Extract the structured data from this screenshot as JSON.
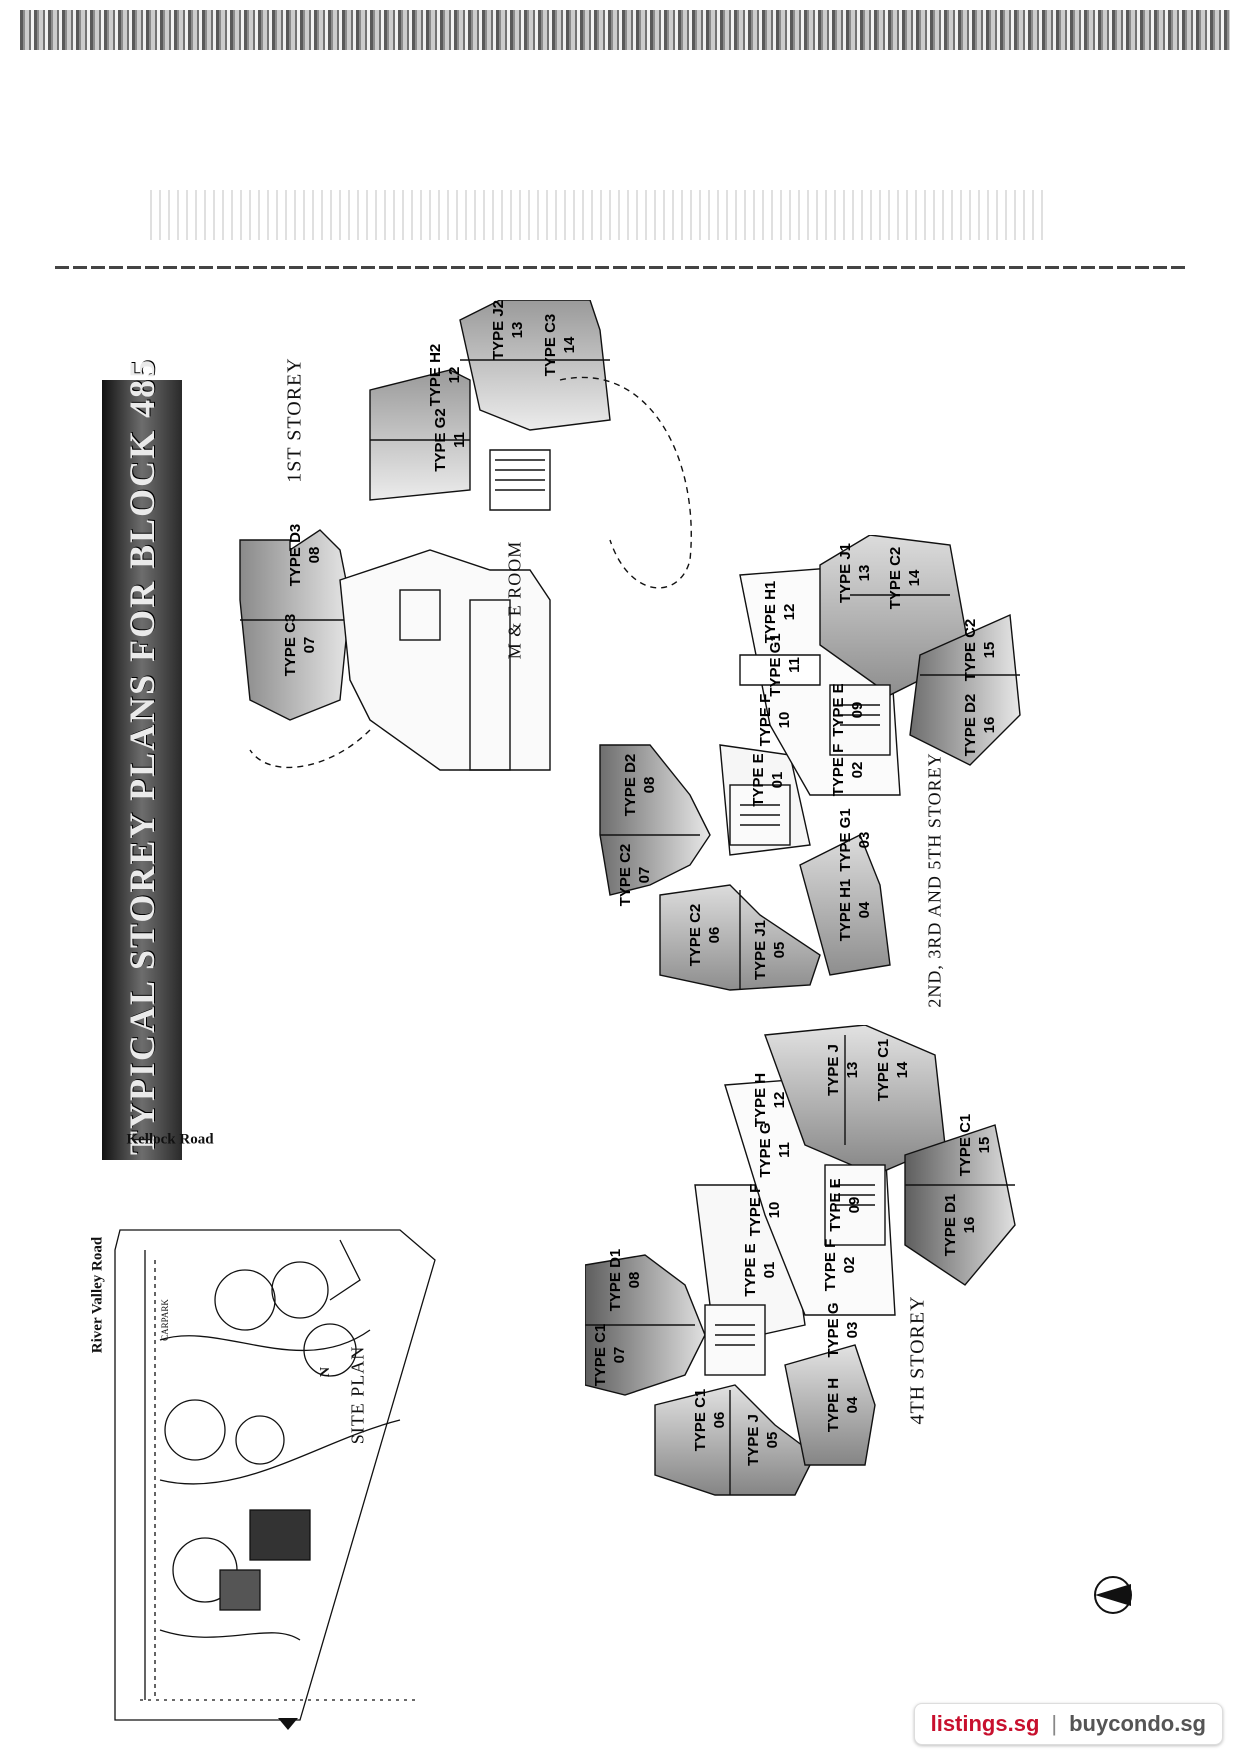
{
  "title": "TYPICAL STOREY PLANS FOR BLOCK 485",
  "plans": {
    "first": {
      "label": "1ST STOREY",
      "room_label": "M & E ROOM",
      "units": [
        {
          "type": "TYPE C3",
          "no": "07"
        },
        {
          "type": "TYPE D3",
          "no": "08"
        },
        {
          "type": "TYPE G2",
          "no": "11"
        },
        {
          "type": "TYPE H2",
          "no": "12"
        },
        {
          "type": "TYPE J2",
          "no": "13"
        },
        {
          "type": "TYPE C3",
          "no": "14"
        }
      ]
    },
    "second": {
      "label": "2ND, 3RD AND 5TH STOREY",
      "units": [
        {
          "type": "TYPE C2",
          "no": "07"
        },
        {
          "type": "TYPE D2",
          "no": "08"
        },
        {
          "type": "TYPE C2",
          "no": "06"
        },
        {
          "type": "TYPE J1",
          "no": "05"
        },
        {
          "type": "TYPE H1",
          "no": "04"
        },
        {
          "type": "TYPE G1",
          "no": "03"
        },
        {
          "type": "TYPE F",
          "no": "02"
        },
        {
          "type": "TYPE E",
          "no": "01"
        },
        {
          "type": "TYPE E",
          "no": "09"
        },
        {
          "type": "TYPE F",
          "no": "10"
        },
        {
          "type": "TYPE G1",
          "no": "11"
        },
        {
          "type": "TYPE H1",
          "no": "12"
        },
        {
          "type": "TYPE J1",
          "no": "13"
        },
        {
          "type": "TYPE C2",
          "no": "14"
        },
        {
          "type": "TYPE C2",
          "no": "15"
        },
        {
          "type": "TYPE D2",
          "no": "16"
        }
      ]
    },
    "fourth": {
      "label": "4TH STOREY",
      "units": [
        {
          "type": "TYPE C1",
          "no": "07"
        },
        {
          "type": "TYPE D1",
          "no": "08"
        },
        {
          "type": "TYPE C1",
          "no": "06"
        },
        {
          "type": "TYPE J",
          "no": "05"
        },
        {
          "type": "TYPE H",
          "no": "04"
        },
        {
          "type": "TYPE G",
          "no": "03"
        },
        {
          "type": "TYPE F",
          "no": "02"
        },
        {
          "type": "TYPE E",
          "no": "01"
        },
        {
          "type": "TYPE E",
          "no": "09"
        },
        {
          "type": "TYPE F",
          "no": "10"
        },
        {
          "type": "TYPE G",
          "no": "11"
        },
        {
          "type": "TYPE H",
          "no": "12"
        },
        {
          "type": "TYPE J",
          "no": "13"
        },
        {
          "type": "TYPE C1",
          "no": "14"
        },
        {
          "type": "TYPE C1",
          "no": "15"
        },
        {
          "type": "TYPE D1",
          "no": "16"
        }
      ]
    }
  },
  "site_plan": {
    "label": "SITE PLAN",
    "roads": [
      "River Valley Road",
      "Kellock Road"
    ],
    "carpark": "CARPARK",
    "north": "N"
  },
  "watermark": {
    "left": "listings.sg",
    "sep": "|",
    "right": "buycondo.sg"
  }
}
